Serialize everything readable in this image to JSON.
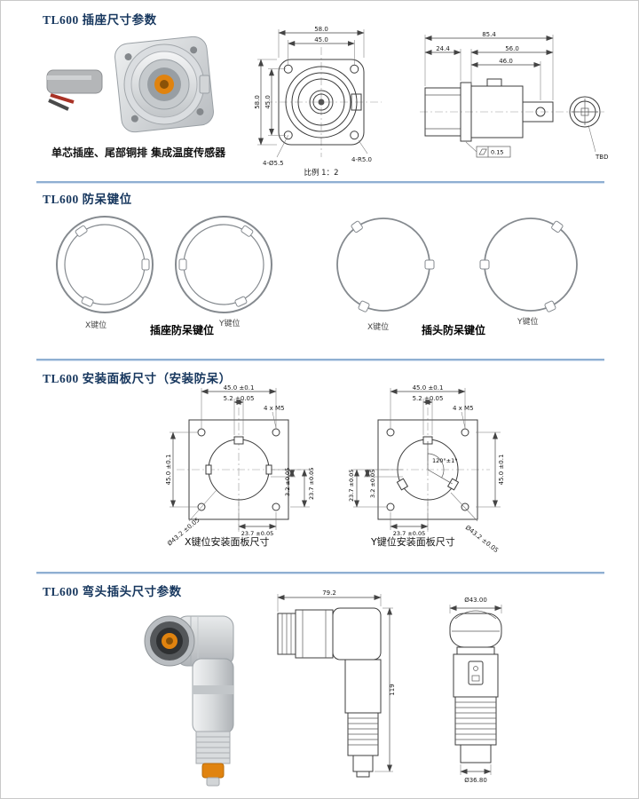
{
  "titles": {
    "s1": "TL600  插座尺寸参数",
    "s2": "TL600  防呆键位",
    "s3": "TL600  安装面板尺寸（安装防呆）",
    "s4": "TL600  弯头插头尺寸参数"
  },
  "s1": {
    "caption": "单芯插座、尾部铜排  集成温度传感器",
    "front": {
      "w_outer": "58.0",
      "w_inner": "45.0",
      "h_outer": "58.0",
      "h_inner": "45.0",
      "holes": "4-Ø5.5",
      "radius": "4-R5.0",
      "scale": "比例 1：2"
    },
    "side": {
      "total": "85.4",
      "front_len": "24.4",
      "rear_len": "56.0",
      "body_len": "46.0",
      "flatness": "0.15",
      "tbd": "TBD"
    }
  },
  "s2": {
    "x_socket": "X键位",
    "socket_label": "插座防呆键位",
    "y_socket": "Y键位",
    "x_plug": "X键位",
    "plug_label": "插头防呆键位",
    "y_plug": "Y键位"
  },
  "s3": {
    "x": {
      "top": "45.0 ±0.1",
      "slot": "5.2 ±0.05",
      "screws": "4 x  M5",
      "left": "45.0 ±0.1",
      "side_a": "3.2 ±0.05",
      "side_b": "23.7 ±0.05",
      "bottom": "23.7 ±0.05",
      "dia": "Ø43.2 ±0.05",
      "caption": "X键位安装面板尺寸"
    },
    "y": {
      "top": "45.0 ±0.1",
      "slot": "5.2 ±0.05",
      "screws": "4 x  M5",
      "right": "45.0 ±0.1",
      "angle": "120°±1°",
      "side_a": "3.2 ±0.05",
      "side_b": "23.7 ±0.05",
      "bottom": "23.7 ±0.05",
      "dia": "Ø43.2 ±0.05",
      "caption": "Y键位安装面板尺寸"
    }
  },
  "s4": {
    "width": "79.2",
    "height": "119",
    "dia_top": "Ø43.00",
    "dia_bottom": "Ø36.80"
  }
}
